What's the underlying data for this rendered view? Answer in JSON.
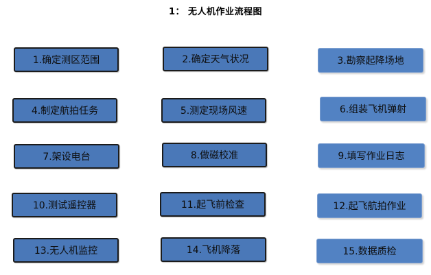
{
  "title": "1：  无人机作业流程图",
  "colors": {
    "box_fill": "#4a78b8",
    "box_fill_alt": "#5282c3",
    "box_border": "#1b1b1b",
    "text": "#0d0d0d"
  },
  "steps": [
    {
      "label": "1.确定测区范围"
    },
    {
      "label": "2.确定天气状况"
    },
    {
      "label": "3.勘察起降场地"
    },
    {
      "label": "4.制定航拍任务"
    },
    {
      "label": "5.测定现场风速"
    },
    {
      "label": "6.组装飞机弹射"
    },
    {
      "label": "7.架设电台"
    },
    {
      "label": "8.做磁校准"
    },
    {
      "label": "9.填写作业日志"
    },
    {
      "label": "10.测试遥控器"
    },
    {
      "label": "11.起飞前检查"
    },
    {
      "label": "12.起飞航拍作业"
    },
    {
      "label": "13.无人机监控"
    },
    {
      "label": "14.飞机降落"
    },
    {
      "label": "15.数据质检"
    }
  ]
}
